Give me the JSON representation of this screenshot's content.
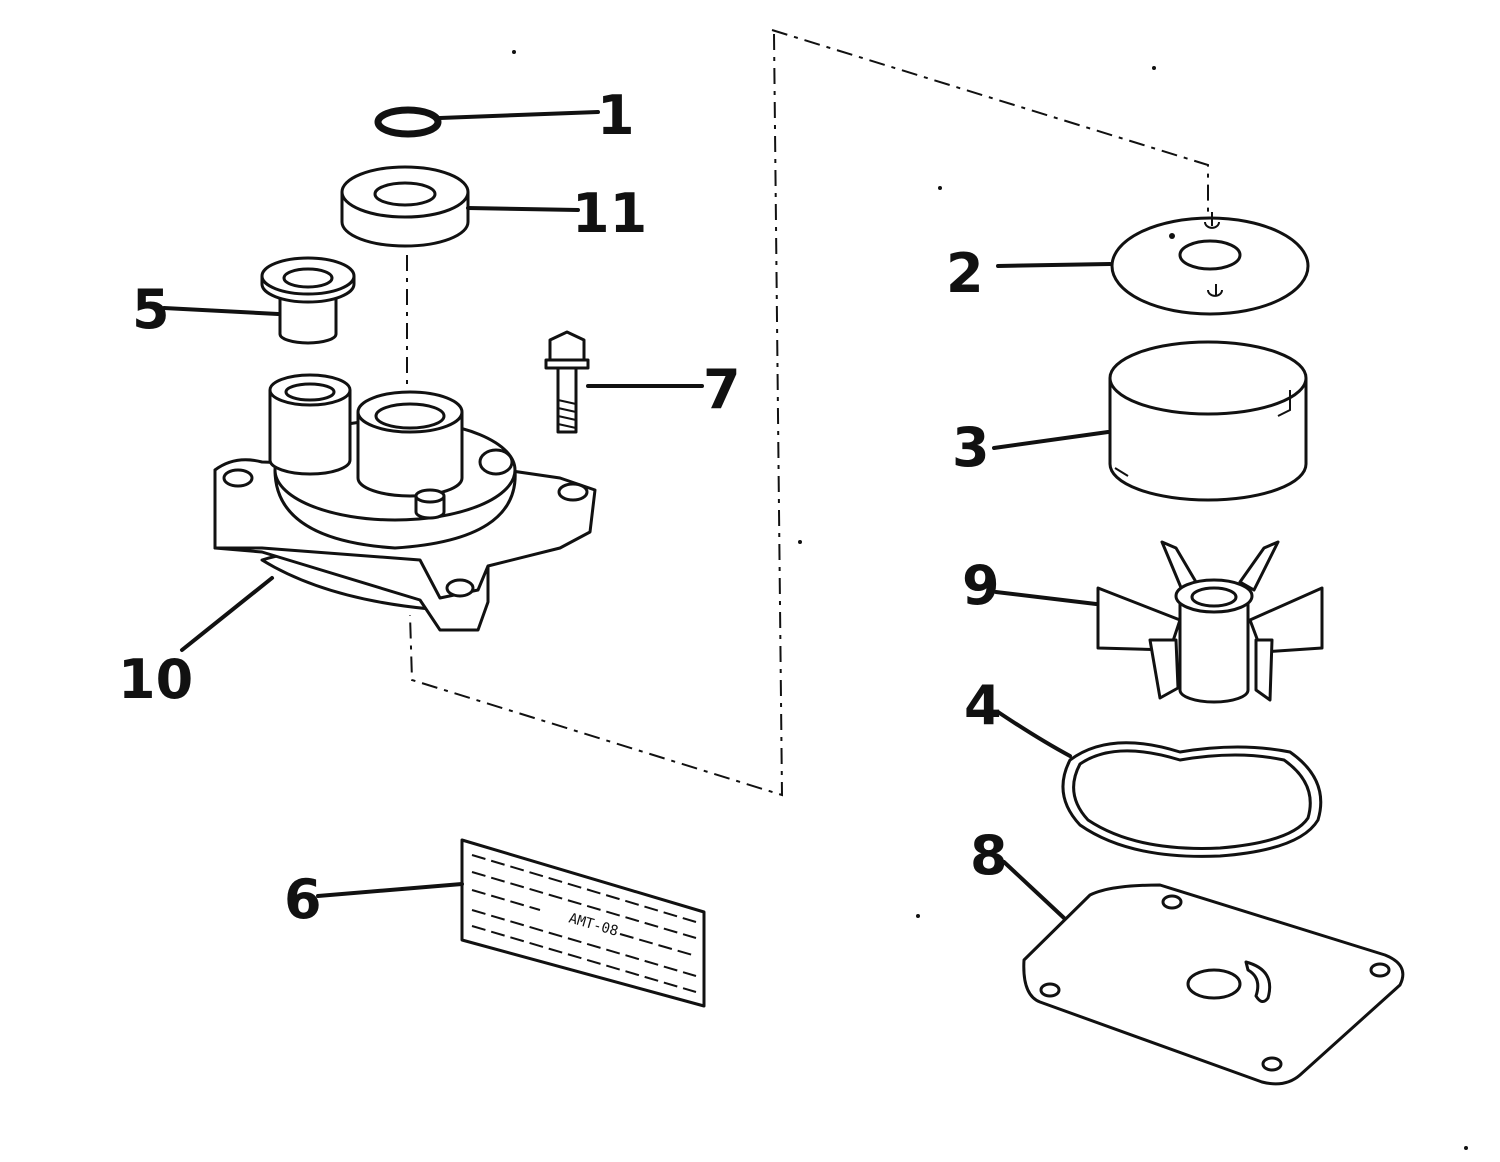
{
  "diagram": {
    "callouts": [
      {
        "id": "1",
        "label": "1"
      },
      {
        "id": "2",
        "label": "2"
      },
      {
        "id": "3",
        "label": "3"
      },
      {
        "id": "4",
        "label": "4"
      },
      {
        "id": "5",
        "label": "5"
      },
      {
        "id": "6",
        "label": "6"
      },
      {
        "id": "7",
        "label": "7"
      },
      {
        "id": "8",
        "label": "8"
      },
      {
        "id": "9",
        "label": "9"
      },
      {
        "id": "10",
        "label": "10"
      },
      {
        "id": "11",
        "label": "11"
      }
    ],
    "decal_text": "AMT-08"
  },
  "colors": {
    "ink": "#111111",
    "paper": "#ffffff"
  }
}
